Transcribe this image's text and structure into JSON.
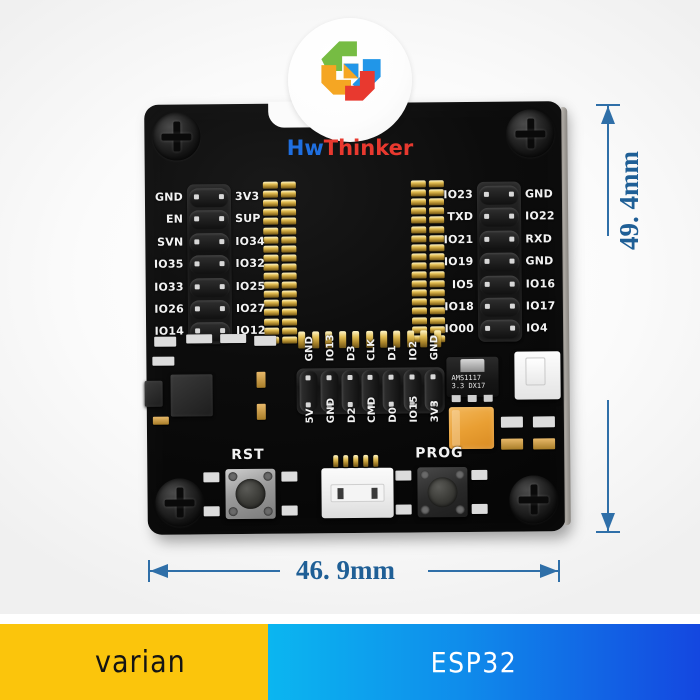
{
  "product": {
    "logo_text_primary": "Hw",
    "logo_text_secondary": "Thinker",
    "logo_name": "hwthinker-logo"
  },
  "dimensions": {
    "width_label": "46. 9mm",
    "height_label": "49. 4mm"
  },
  "silkscreen": {
    "left_socket_outer": [
      "GND",
      "EN",
      "SVN",
      "IO35",
      "IO33",
      "IO26",
      "IO14"
    ],
    "left_socket_inner": [
      "3V3",
      "SUP",
      "IO34",
      "IO32",
      "IO25",
      "IO27",
      "IO12"
    ],
    "right_socket_inner": [
      "IO23",
      "TXD",
      "IO21",
      "IO19",
      "IO5",
      "IO18",
      "IO00"
    ],
    "right_socket_outer": [
      "GND",
      "IO22",
      "RXD",
      "GND",
      "IO16",
      "IO17",
      "IO4"
    ],
    "bottom_socket_top": [
      "GND",
      "IO13",
      "D3",
      "CLK",
      "D1",
      "IO2",
      "GND"
    ],
    "bottom_socket_bottom": [
      "5V",
      "GND",
      "D2",
      "CMD",
      "D0",
      "IO15",
      "3V3"
    ],
    "button_reset": "RST",
    "button_prog": "PROG",
    "regulator_line1": "AMS1117",
    "regulator_line2": "3.3 DX17"
  },
  "banner": {
    "left_text": "varian",
    "right_text": "ESP32",
    "left_color": "#fbc50c",
    "right_gradient_start": "#0bb6f0",
    "right_gradient_end": "#1447e0"
  },
  "colors": {
    "board": "#0c0c0c",
    "silk": "#f2f2f2",
    "dimension_blue": "#1f5f96",
    "gold_pin": "#e3bf55"
  }
}
